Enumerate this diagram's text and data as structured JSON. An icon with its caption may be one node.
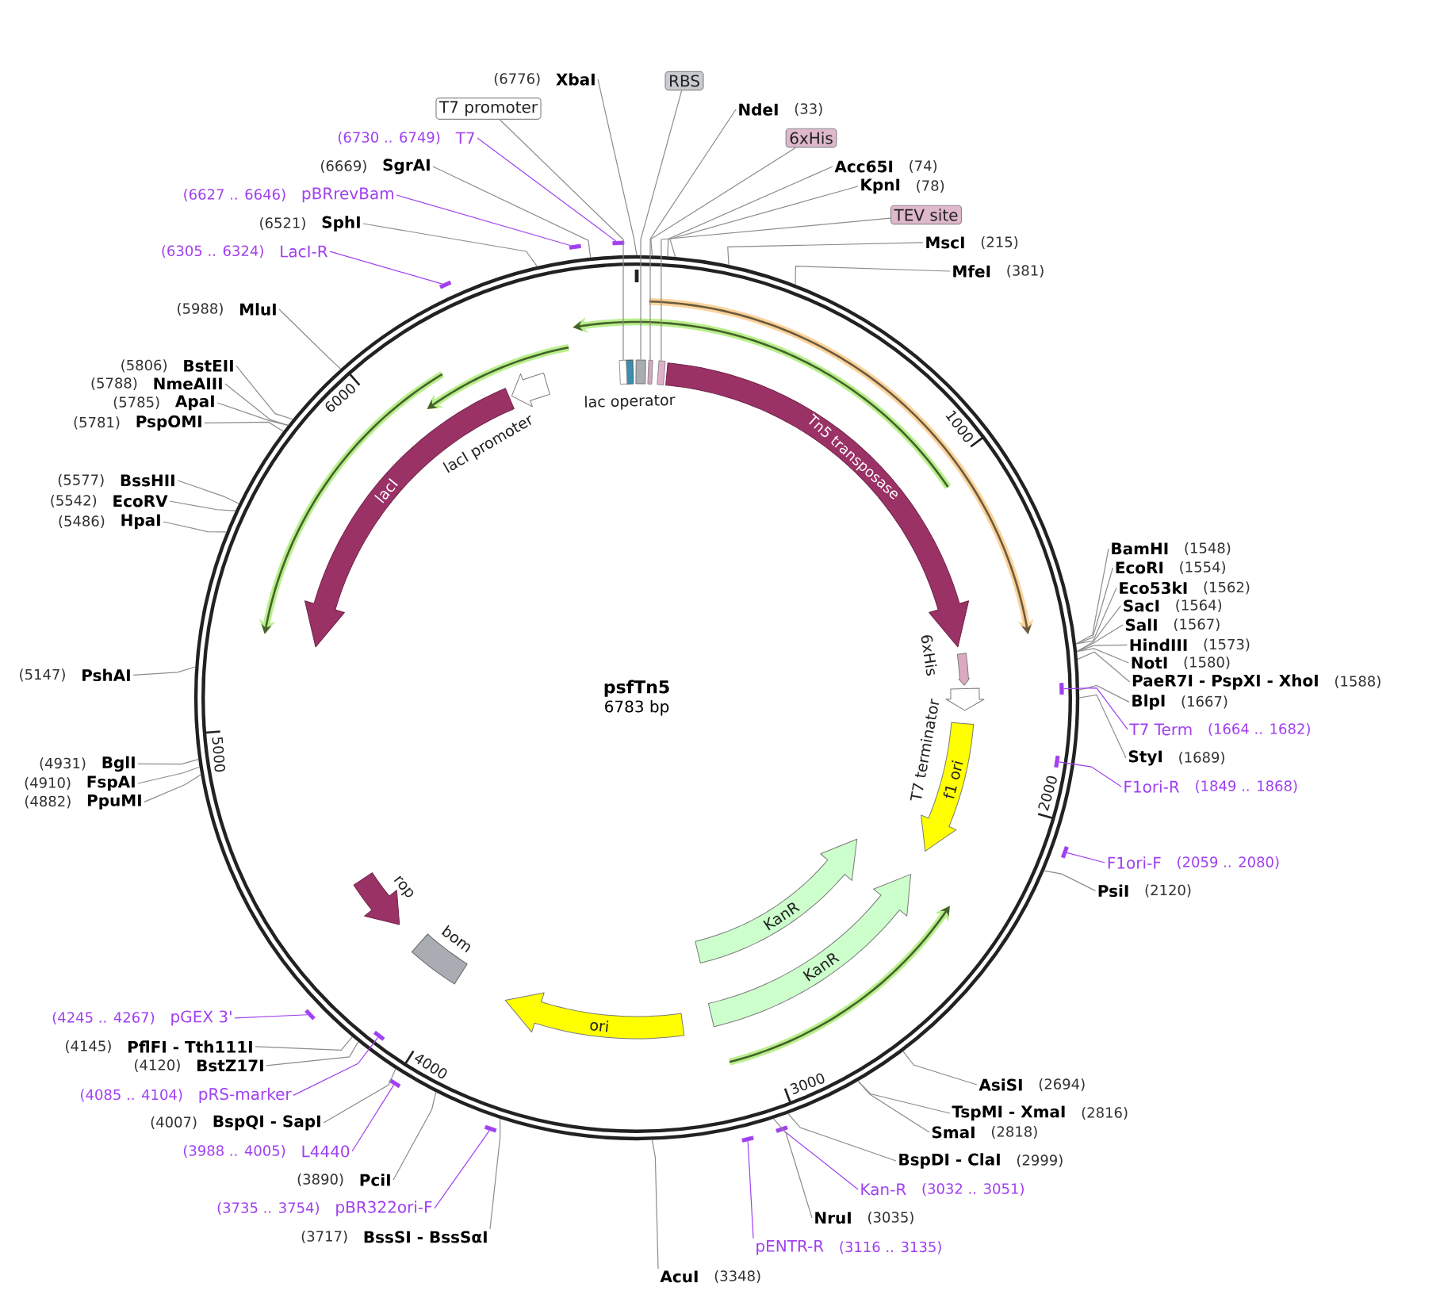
{
  "diagram": {
    "nodes": [
      {
        "text": [
          "psfTn5",
          "6783 bp"
        ]
      },
      {
        "text": [
          "Tn5 transposase"
        ],
        "in": 0
      },
      {
        "text": [
          "lacI"
        ],
        "in": 0
      },
      {
        "text": [
          "lacI promoter"
        ],
        "in": 0
      },
      {
        "text": [
          "lac operator"
        ],
        "in": 0
      },
      {
        "text": [
          "6xHis"
        ],
        "in": 0
      },
      {
        "text": [
          "T7 terminator"
        ],
        "in": 0
      },
      {
        "text": [
          "f1 ori"
        ],
        "in": 0
      },
      {
        "text": [
          "KanR"
        ],
        "in": 0
      },
      {
        "text": [
          "KanR"
        ],
        "in": 0
      },
      {
        "text": [
          "ori"
        ],
        "in": 0
      },
      {
        "text": [
          "rop"
        ],
        "in": 0
      },
      {
        "text": [
          "bom"
        ],
        "in": 0
      },
      {
        "text": [],
        "shape": "box",
        "in": 0
      },
      {
        "text": [],
        "shape": "box",
        "in": 0
      },
      {
        "text": [],
        "shape": "box",
        "in": 0
      },
      {
        "text": [],
        "shape": "box",
        "in": 0
      },
      {
        "text": [
          "NdeI"
        ],
        "beside": [
          "(33)"
        ]
      },
      {
        "text": [
          "6xHis"
        ]
      },
      {
        "text": [
          "Acc65I"
        ],
        "beside": [
          "(74)"
        ]
      },
      {
        "text": [
          "KpnI"
        ],
        "beside": [
          "(78)"
        ]
      },
      {
        "text": [
          "TEV site"
        ]
      },
      {
        "text": [
          "MscI"
        ],
        "beside": [
          "(215)"
        ]
      },
      {
        "text": [
          "MfeI"
        ],
        "beside": [
          "(381)"
        ]
      },
      {
        "text": [
          "BamHI"
        ],
        "beside": [
          "(1548)"
        ]
      },
      {
        "text": [
          "EcoRI"
        ],
        "beside": [
          "(1554)"
        ]
      },
      {
        "text": [
          "Eco53kI"
        ],
        "beside": [
          "(1562)"
        ]
      },
      {
        "text": [
          "SacI"
        ],
        "beside": [
          "(1564)"
        ]
      },
      {
        "text": [
          "SalI"
        ],
        "beside": [
          "(1567)"
        ]
      },
      {
        "text": [
          "HindIII"
        ],
        "beside": [
          "(1573)"
        ]
      },
      {
        "text": [
          "NotI"
        ],
        "beside": [
          "(1580)"
        ]
      },
      {
        "text": [
          "PaeR7I - PspXI - XhoI"
        ],
        "beside": [
          "(1588)"
        ]
      },
      {
        "text": [
          "BlpI"
        ],
        "beside": [
          "(1667)"
        ]
      },
      {
        "text": [
          "T7 Term"
        ],
        "beside": [
          "(1664 .. 1682)"
        ]
      },
      {
        "text": [
          "StyI"
        ],
        "beside": [
          "(1689)"
        ]
      },
      {
        "text": [
          "F1ori-R"
        ],
        "beside": [
          "(1849 .. 1868)"
        ]
      },
      {
        "text": [
          "F1ori-F"
        ],
        "beside": [
          "(2059 .. 2080)"
        ]
      },
      {
        "text": [
          "PsiI"
        ],
        "beside": [
          "(2120)"
        ]
      },
      {
        "text": [
          "AsiSI"
        ],
        "beside": [
          "(2694)"
        ]
      },
      {
        "text": [
          "TspMI - XmaI"
        ],
        "beside": [
          "(2816)"
        ]
      },
      {
        "text": [
          "SmaI"
        ],
        "beside": [
          "(2818)"
        ]
      },
      {
        "text": [
          "BspDI - ClaI"
        ],
        "beside": [
          "(2999)"
        ]
      },
      {
        "text": [
          "Kan-R"
        ],
        "beside": [
          "(3032 .. 3051)"
        ]
      },
      {
        "text": [
          "NruI"
        ],
        "beside": [
          "(3035)"
        ]
      },
      {
        "text": [
          "pENTR-R"
        ],
        "beside": [
          "(3116 .. 3135)"
        ]
      },
      {
        "text": [
          "AcuI"
        ],
        "beside": [
          "(3348)"
        ]
      },
      {
        "text": [
          "BssSI - BssSαI"
        ],
        "beside": [
          "(3717)"
        ]
      },
      {
        "text": [
          "pBR322ori-F"
        ],
        "beside": [
          "(3735 .. 3754)"
        ]
      },
      {
        "text": [
          "PciI"
        ],
        "beside": [
          "(3890)"
        ]
      },
      {
        "text": [
          "L4440"
        ],
        "beside": [
          "(3988 .. 4005)"
        ]
      },
      {
        "text": [
          "BspQI - SapI"
        ],
        "beside": [
          "(4007)"
        ]
      },
      {
        "text": [
          "pRS-marker"
        ],
        "beside": [
          "(4085 .. 4104)"
        ]
      },
      {
        "text": [
          "BstZ17I"
        ],
        "beside": [
          "(4120)"
        ]
      },
      {
        "text": [
          "PflFI - Tth111I"
        ],
        "beside": [
          "(4145)"
        ]
      },
      {
        "text": [
          "pGEX 3'"
        ],
        "beside": [
          "(4245 .. 4267)"
        ]
      },
      {
        "text": [
          "PpuMI"
        ],
        "beside": [
          "(4882)"
        ]
      },
      {
        "text": [
          "FspAI"
        ],
        "beside": [
          "(4910)"
        ]
      },
      {
        "text": [
          "BglI"
        ],
        "beside": [
          "(4931)"
        ]
      },
      {
        "text": [
          "PshAI"
        ],
        "beside": [
          "(5147)"
        ]
      },
      {
        "text": [
          "HpaI"
        ],
        "beside": [
          "(5486)"
        ]
      },
      {
        "text": [
          "EcoRV"
        ],
        "beside": [
          "(5542)"
        ]
      },
      {
        "text": [
          "BssHII"
        ],
        "beside": [
          "(5577)"
        ]
      },
      {
        "text": [
          "PspOMI"
        ],
        "beside": [
          "(5781)"
        ]
      },
      {
        "text": [
          "ApaI"
        ],
        "beside": [
          "(5785)"
        ]
      },
      {
        "text": [
          "NmeAIII"
        ],
        "beside": [
          "(5788)"
        ]
      },
      {
        "text": [
          "BstEII"
        ],
        "beside": [
          "(5806)"
        ]
      },
      {
        "text": [
          "MluI"
        ],
        "beside": [
          "(5988)"
        ]
      },
      {
        "text": [
          "LacI-R"
        ],
        "beside": [
          "(6305 .. 6324)"
        ]
      },
      {
        "text": [
          "SphI"
        ],
        "beside": [
          "(6521)"
        ]
      },
      {
        "text": [
          "pBRrevBam"
        ],
        "beside": [
          "(6627 .. 6646)"
        ]
      },
      {
        "text": [
          "SgrAI"
        ],
        "beside": [
          "(6669)"
        ]
      },
      {
        "text": [
          "T7"
        ],
        "beside": [
          "(6730 .. 6749)"
        ]
      },
      {
        "text": [
          "T7 promoter"
        ]
      },
      {
        "text": [
          "XbaI"
        ],
        "beside": [
          "(6776)"
        ]
      },
      {
        "text": [
          "RBS"
        ]
      },
      {
        "text": [],
        "shape": "bar",
        "in": 0
      },
      {
        "text": [],
        "shape": "bar",
        "in": 0
      },
      {
        "text": [],
        "shape": "bar"
      },
      {
        "text": [],
        "shape": "bar"
      },
      {
        "text": [],
        "shape": "bar"
      },
      {
        "text": [],
        "shape": "bar"
      },
      {
        "text": [],
        "shape": "bar"
      },
      {
        "text": [],
        "shape": "bar",
        "in": 0
      },
      {
        "text": [],
        "shape": "bar"
      },
      {
        "text": [],
        "shape": "bar"
      },
      {
        "text": [],
        "shape": "bar"
      },
      {
        "text": [],
        "shape": "bar"
      }
    ],
    "edges": [
      {
        "from": 17,
        "to": 0,
        "arrow": "none"
      },
      {
        "from": 18,
        "to": 15,
        "arrow": "none"
      },
      {
        "from": 19,
        "to": 0,
        "arrow": "none"
      },
      {
        "from": 20,
        "to": 0,
        "arrow": "none"
      },
      {
        "from": 21,
        "to": 16,
        "arrow": "none"
      },
      {
        "from": 22,
        "to": 0,
        "arrow": "none"
      },
      {
        "from": 23,
        "to": 0,
        "arrow": "none"
      },
      {
        "from": 24,
        "to": 0,
        "arrow": "none"
      },
      {
        "from": 25,
        "to": 0,
        "arrow": "none"
      },
      {
        "from": 26,
        "to": 0,
        "arrow": "none"
      },
      {
        "from": 27,
        "to": 0,
        "arrow": "none"
      },
      {
        "from": 28,
        "to": 0,
        "arrow": "none"
      },
      {
        "from": 29,
        "to": 0,
        "arrow": "none"
      },
      {
        "from": 30,
        "to": 0,
        "arrow": "none"
      },
      {
        "from": 31,
        "to": 0,
        "arrow": "none"
      },
      {
        "from": 32,
        "to": 0,
        "arrow": "none"
      },
      {
        "from": 33,
        "to": 75,
        "arrow": "none",
        "color": "#a040f0"
      },
      {
        "from": 34,
        "to": 0,
        "arrow": "none"
      },
      {
        "from": 35,
        "to": 76,
        "arrow": "none",
        "color": "#a040f0"
      },
      {
        "from": 36,
        "to": 77,
        "arrow": "none",
        "color": "#a040f0"
      },
      {
        "from": 37,
        "to": 0,
        "arrow": "none"
      },
      {
        "from": 38,
        "to": 0,
        "arrow": "none"
      },
      {
        "from": 39,
        "to": 0,
        "arrow": "none"
      },
      {
        "from": 40,
        "to": 0,
        "arrow": "none"
      },
      {
        "from": 41,
        "to": 0,
        "arrow": "none"
      },
      {
        "from": 42,
        "to": 78,
        "arrow": "none",
        "color": "#a040f0"
      },
      {
        "from": 43,
        "to": 0,
        "arrow": "none"
      },
      {
        "from": 44,
        "to": 79,
        "arrow": "none",
        "color": "#a040f0"
      },
      {
        "from": 45,
        "to": 0,
        "arrow": "none"
      },
      {
        "from": 46,
        "to": 0,
        "arrow": "none"
      },
      {
        "from": 47,
        "to": 80,
        "arrow": "none",
        "color": "#a040f0"
      },
      {
        "from": 48,
        "to": 0,
        "arrow": "none"
      },
      {
        "from": 49,
        "to": 81,
        "arrow": "none",
        "color": "#a040f0"
      },
      {
        "from": 50,
        "to": 0,
        "arrow": "none"
      },
      {
        "from": 51,
        "to": 82,
        "arrow": "none",
        "color": "#a040f0"
      },
      {
        "from": 52,
        "to": 0,
        "arrow": "none"
      },
      {
        "from": 53,
        "to": 0,
        "arrow": "none"
      },
      {
        "from": 54,
        "to": 83,
        "arrow": "none",
        "color": "#a040f0"
      },
      {
        "from": 55,
        "to": 0,
        "arrow": "none"
      },
      {
        "from": 56,
        "to": 0,
        "arrow": "none"
      },
      {
        "from": 57,
        "to": 0,
        "arrow": "none"
      },
      {
        "from": 58,
        "to": 0,
        "arrow": "none"
      },
      {
        "from": 59,
        "to": 0,
        "arrow": "none"
      },
      {
        "from": 60,
        "to": 0,
        "arrow": "none"
      },
      {
        "from": 61,
        "to": 0,
        "arrow": "none"
      },
      {
        "from": 62,
        "to": 0,
        "arrow": "none"
      },
      {
        "from": 63,
        "to": 0,
        "arrow": "none"
      },
      {
        "from": 64,
        "to": 0,
        "arrow": "none"
      },
      {
        "from": 65,
        "to": 0,
        "arrow": "none"
      },
      {
        "from": 66,
        "to": 0,
        "arrow": "none"
      },
      {
        "from": 67,
        "to": 84,
        "arrow": "none",
        "color": "#a040f0"
      },
      {
        "from": 68,
        "to": 0,
        "arrow": "none"
      },
      {
        "from": 69,
        "to": 85,
        "arrow": "none",
        "color": "#a040f0"
      },
      {
        "from": 70,
        "to": 0,
        "arrow": "none"
      },
      {
        "from": 71,
        "to": 86,
        "arrow": "none",
        "color": "#a040f0"
      },
      {
        "from": 72,
        "to": 13,
        "arrow": "none"
      },
      {
        "from": 73,
        "to": 0,
        "arrow": "none"
      },
      {
        "from": 74,
        "to": 14,
        "arrow": "none"
      }
    ],
    "labels": [
      "1000",
      "2000",
      "3000",
      "4000",
      "5000",
      "6000"
    ]
  }
}
